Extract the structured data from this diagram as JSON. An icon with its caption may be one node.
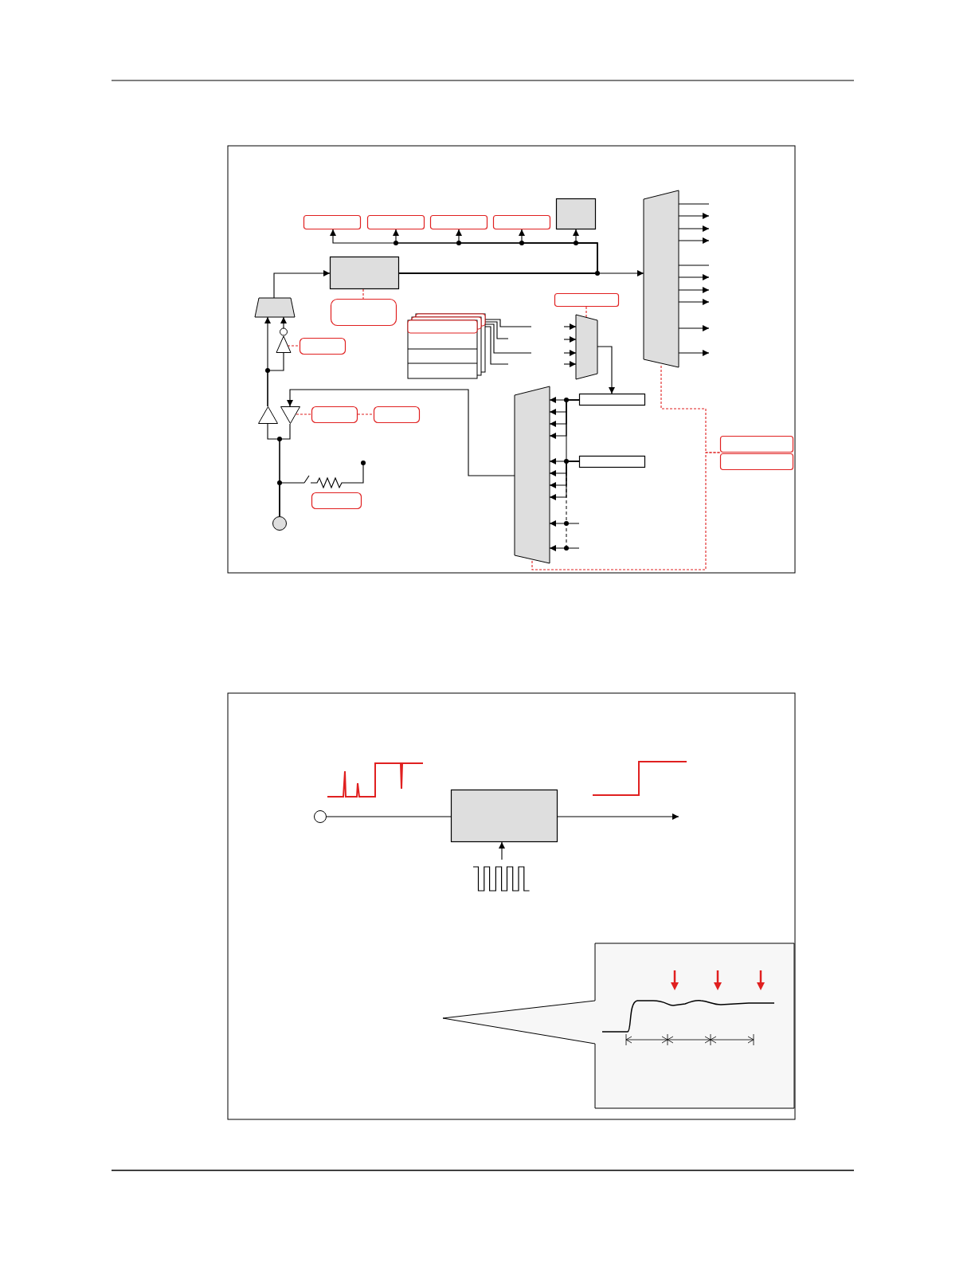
{
  "diagram": {
    "nodes": [
      {
        "text": [],
        "shape": "box"
      },
      {
        "text": [],
        "shape": "box"
      },
      {
        "text": [],
        "shape": "box"
      },
      {
        "text": [],
        "shape": "box"
      },
      {
        "text": [],
        "shape": "box"
      },
      {
        "text": [],
        "shape": "box"
      },
      {
        "text": [],
        "shape": "box"
      },
      {
        "text": [],
        "shape": "trapezoid"
      },
      {
        "text": [],
        "shape": "triangle"
      },
      {
        "text": [],
        "shape": "box"
      },
      {
        "text": [],
        "shape": "triangle"
      },
      {
        "text": [],
        "shape": "triangle"
      },
      {
        "text": [],
        "shape": "box"
      },
      {
        "text": [],
        "shape": "box"
      },
      {
        "text": [],
        "shape": "resistor"
      },
      {
        "text": [],
        "shape": "box"
      },
      {
        "text": [],
        "shape": "circle"
      },
      {
        "text": [],
        "shape": "box"
      },
      {
        "text": [],
        "shape": "box"
      },
      {
        "text": [],
        "shape": "trapezoid"
      },
      {
        "text": [],
        "shape": "box"
      },
      {
        "text": [],
        "shape": "box"
      },
      {
        "text": [],
        "shape": "trapezoid"
      },
      {
        "text": [],
        "shape": "trapezoid"
      },
      {
        "text": [],
        "shape": "box"
      },
      {
        "text": [],
        "shape": "box"
      },
      {
        "text": [],
        "shape": "circle"
      },
      {
        "text": [],
        "shape": "box"
      }
    ],
    "edges": [
      {
        "from": 5,
        "to": 0,
        "arrow": "to"
      },
      {
        "from": 5,
        "to": 1,
        "arrow": "to"
      },
      {
        "from": 5,
        "to": 2,
        "arrow": "to"
      },
      {
        "from": 5,
        "to": 3,
        "arrow": "to"
      },
      {
        "from": 5,
        "to": 4,
        "arrow": "to"
      },
      {
        "from": 5,
        "to": 23,
        "arrow": "to"
      },
      {
        "from": 7,
        "to": 5,
        "arrow": "to"
      },
      {
        "from": 8,
        "to": 7,
        "arrow": "to"
      },
      {
        "from": 10,
        "to": 7,
        "arrow": "to"
      },
      {
        "from": 10,
        "to": 8,
        "arrow": "none"
      },
      {
        "from": 5,
        "to": 6,
        "arrow": "none",
        "style": "dashed",
        "color": "#e02020"
      },
      {
        "from": 8,
        "to": 9,
        "arrow": "none",
        "style": "dashed",
        "color": "#e02020"
      },
      {
        "from": 22,
        "to": 11,
        "arrow": "to"
      },
      {
        "from": 11,
        "to": 12,
        "arrow": "none",
        "style": "dashed",
        "color": "#e02020"
      },
      {
        "from": 12,
        "to": 13,
        "arrow": "none",
        "style": "dashed",
        "color": "#e02020"
      },
      {
        "from": 16,
        "to": 10,
        "arrow": "none"
      },
      {
        "from": 16,
        "to": 11,
        "arrow": "none"
      },
      {
        "from": 16,
        "to": 14,
        "arrow": "none"
      },
      {
        "from": 17,
        "to": null,
        "arrow": "none"
      },
      {
        "from": 17,
        "to": null,
        "arrow": "none"
      },
      {
        "from": 17,
        "to": null,
        "arrow": "none"
      },
      {
        "from": 17,
        "to": null,
        "arrow": "none"
      },
      {
        "from": 18,
        "to": 19,
        "arrow": "none",
        "style": "dashed",
        "color": "#e02020"
      },
      {
        "from": null,
        "to": 19,
        "arrow": "to"
      },
      {
        "from": null,
        "to": 19,
        "arrow": "to"
      },
      {
        "from": null,
        "to": 19,
        "arrow": "to"
      },
      {
        "from": null,
        "to": 19,
        "arrow": "to"
      },
      {
        "from": 19,
        "to": 20,
        "arrow": "to"
      },
      {
        "from": 20,
        "to": 22,
        "arrow": "to"
      },
      {
        "from": 21,
        "to": 22,
        "arrow": "to"
      },
      {
        "from": 20,
        "to": 22,
        "arrow": "to"
      },
      {
        "from": 20,
        "to": 22,
        "arrow": "to"
      },
      {
        "from": 20,
        "to": 22,
        "arrow": "to"
      },
      {
        "from": 21,
        "to": 22,
        "arrow": "to"
      },
      {
        "from": 21,
        "to": 22,
        "arrow": "to"
      },
      {
        "from": 21,
        "to": 22,
        "arrow": "to"
      },
      {
        "from": null,
        "to": 22,
        "arrow": "to"
      },
      {
        "from": null,
        "to": 22,
        "arrow": "to"
      },
      {
        "from": 23,
        "to": null,
        "arrow": "none"
      },
      {
        "from": 23,
        "to": null,
        "arrow": "to"
      },
      {
        "from": 23,
        "to": null,
        "arrow": "to"
      },
      {
        "from": 23,
        "to": null,
        "arrow": "to"
      },
      {
        "from": 23,
        "to": null,
        "arrow": "none"
      },
      {
        "from": 23,
        "to": null,
        "arrow": "to"
      },
      {
        "from": 23,
        "to": null,
        "arrow": "to"
      },
      {
        "from": 23,
        "to": null,
        "arrow": "to"
      },
      {
        "from": 23,
        "to": null,
        "arrow": "to"
      },
      {
        "from": 23,
        "to": null,
        "arrow": "to"
      },
      {
        "from": 23,
        "to": 24,
        "arrow": "none",
        "style": "dashed",
        "color": "#e02020"
      },
      {
        "from": 22,
        "to": 24,
        "arrow": "none",
        "style": "dashed",
        "color": "#e02020"
      },
      {
        "from": 26,
        "to": 27,
        "arrow": "none"
      },
      {
        "from": 27,
        "to": null,
        "arrow": "to"
      },
      {
        "from": null,
        "to": 27,
        "arrow": "to"
      }
    ]
  }
}
